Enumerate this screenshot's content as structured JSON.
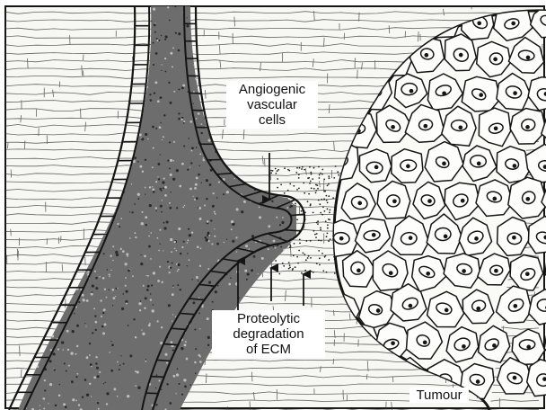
{
  "labels": {
    "angiogenic": [
      "Angiogenic",
      "vascular",
      "cells"
    ],
    "proteolytic": [
      "Proteolytic",
      "degradation",
      "of ECM"
    ],
    "tumour": "Tumour"
  },
  "colors": {
    "ink": "#151515",
    "paper": "#f7f7f4",
    "background": "#ffffff"
  }
}
